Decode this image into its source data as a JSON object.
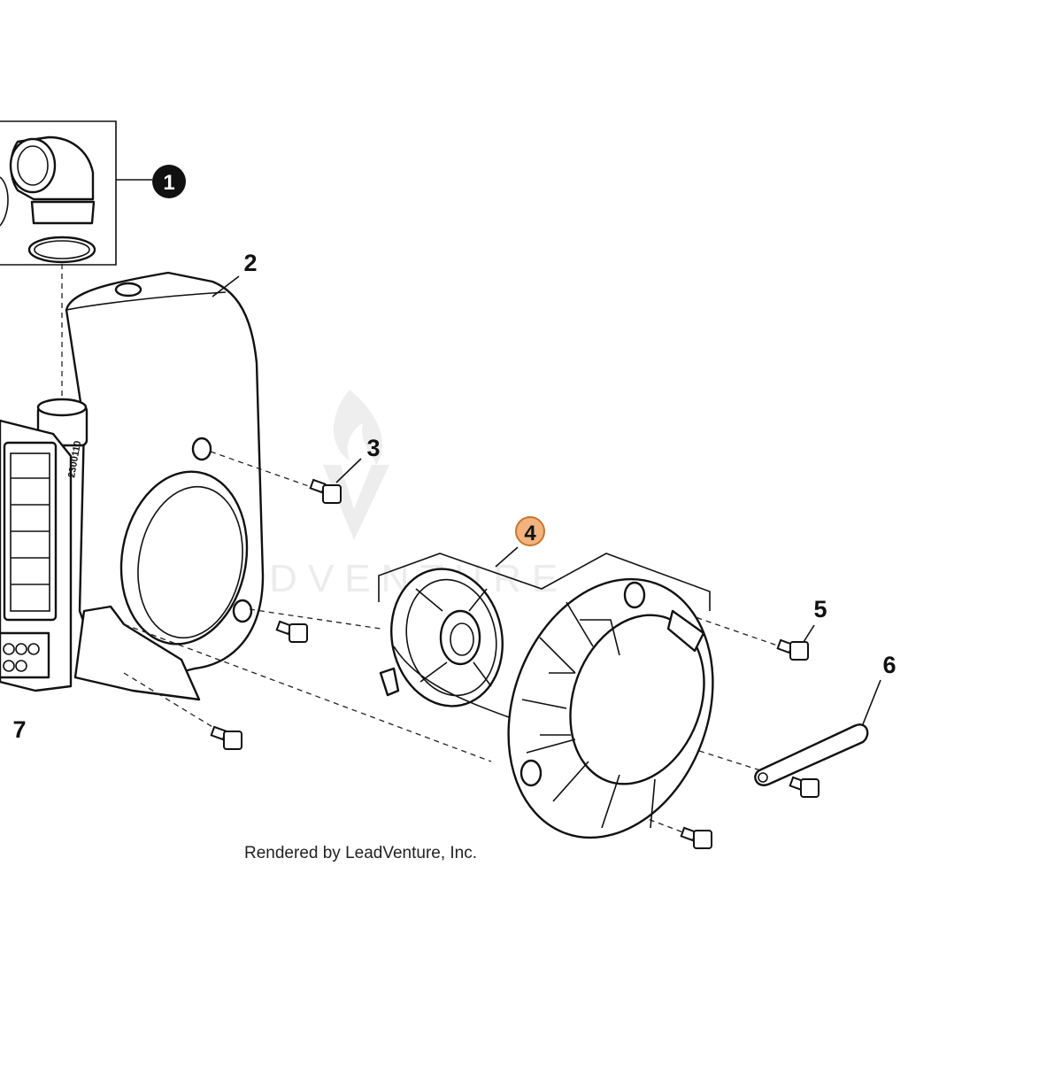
{
  "diagram": {
    "callouts": {
      "c1": "1",
      "c2": "2",
      "c3": "3",
      "c4": "4",
      "c5": "5",
      "c6": "6",
      "c7": "7"
    },
    "highlighted_callout": "4",
    "highlight_color": "#f2b37e",
    "highlight_stroke": "#c9762c",
    "credit": "Rendered by LeadVenture, Inc.",
    "watermark_text": "LEADVENTURE",
    "part_stamp": "2300110"
  }
}
